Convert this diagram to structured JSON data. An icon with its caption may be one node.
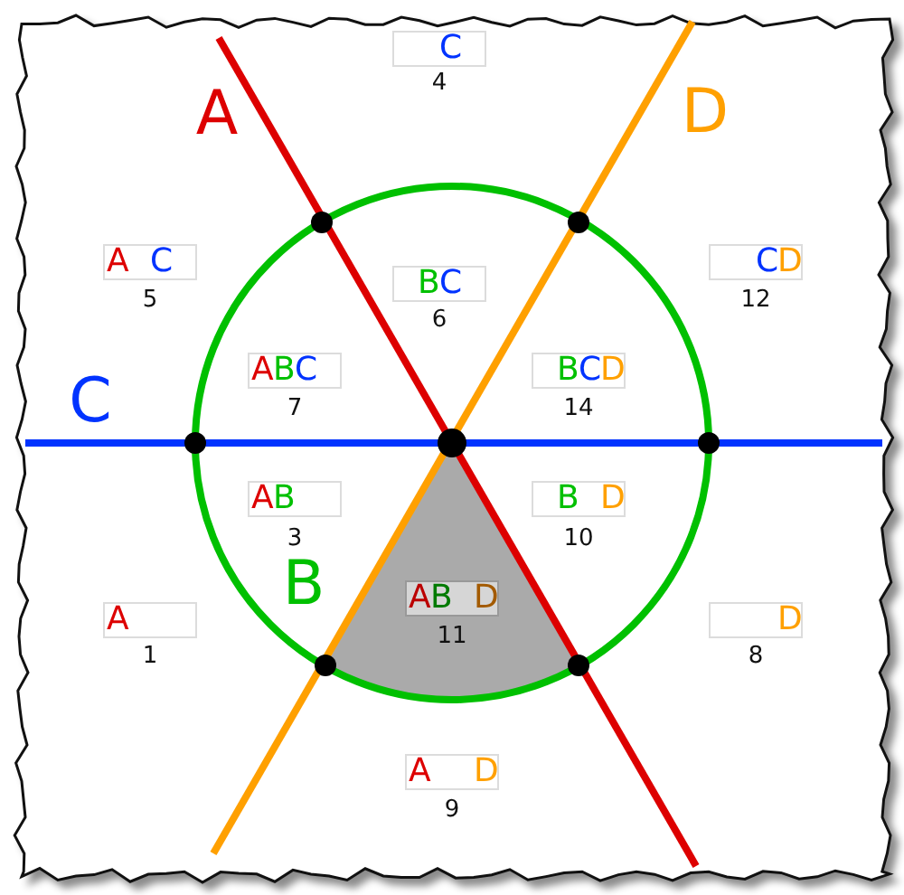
{
  "diagram": {
    "labels": [
      "A",
      "C",
      "4",
      "D",
      "A C",
      "5",
      "BC",
      "6",
      "CD",
      "12",
      "C",
      "ABC",
      "7",
      "BCD",
      "14",
      "AB",
      "3",
      "B D",
      "10",
      "B",
      "AB D",
      "11",
      "A",
      "1",
      "D",
      "8",
      "A  D",
      "9"
    ]
  }
}
